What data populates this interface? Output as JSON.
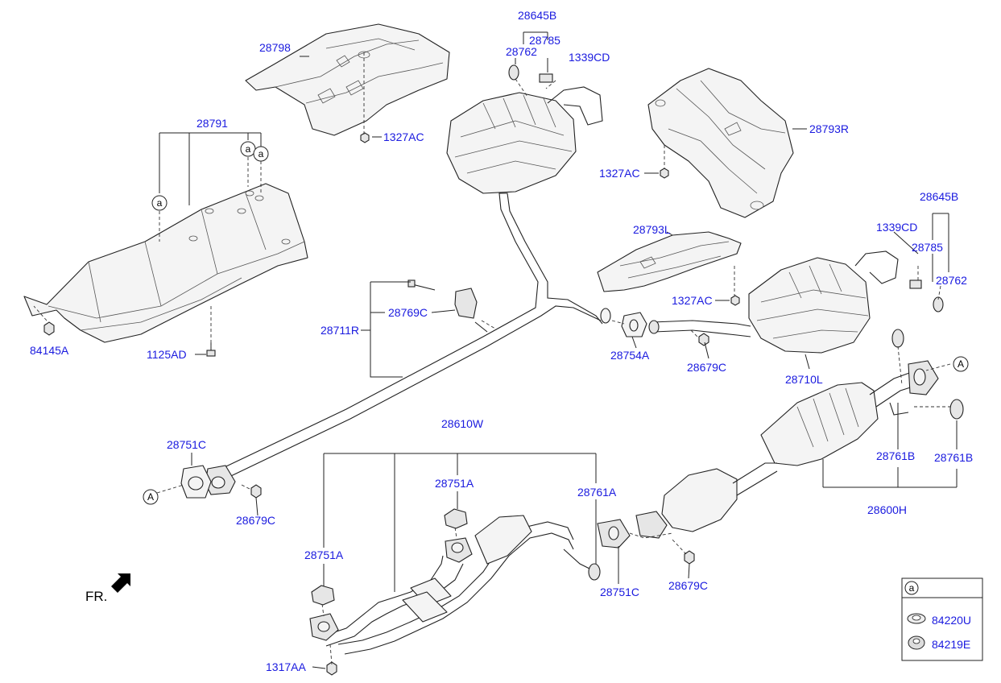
{
  "diagram": {
    "orientation_label": "FR.",
    "circle_marker_a_lower": "a",
    "circle_marker_A_upper": "A",
    "labels": {
      "l28798": "28798",
      "l28791": "28791",
      "l84145A": "84145A",
      "l1125AD": "1125AD",
      "l1327AC_top": "1327AC",
      "l28645B_top": "28645B",
      "l28785_top": "28785",
      "l28762_top": "28762",
      "l1339CD_top": "1339CD",
      "l28793R": "28793R",
      "l1327AC_right": "1327AC",
      "l28645B_right": "28645B",
      "l1339CD_right": "1339CD",
      "l28785_right": "28785",
      "l28762_right": "28762",
      "l28793L": "28793L",
      "l1327AC_mid": "1327AC",
      "l28711R": "28711R",
      "l28769C": "28769C",
      "l28754A": "28754A",
      "l28679C_mid": "28679C",
      "l28710L": "28710L",
      "l28751C_left": "28751C",
      "l28679C_left": "28679C",
      "l28610W": "28610W",
      "l28751A_upper": "28751A",
      "l28761A": "28761A",
      "l28751A_lower": "28751A",
      "l28751C_bottom": "28751C",
      "l28679C_bottom": "28679C",
      "l1317AA": "1317AA",
      "l28761B_left": "28761B",
      "l28761B_right": "28761B",
      "l28600H": "28600H"
    },
    "legend": {
      "header": "a",
      "items": [
        "84220U",
        "84219E"
      ]
    }
  }
}
